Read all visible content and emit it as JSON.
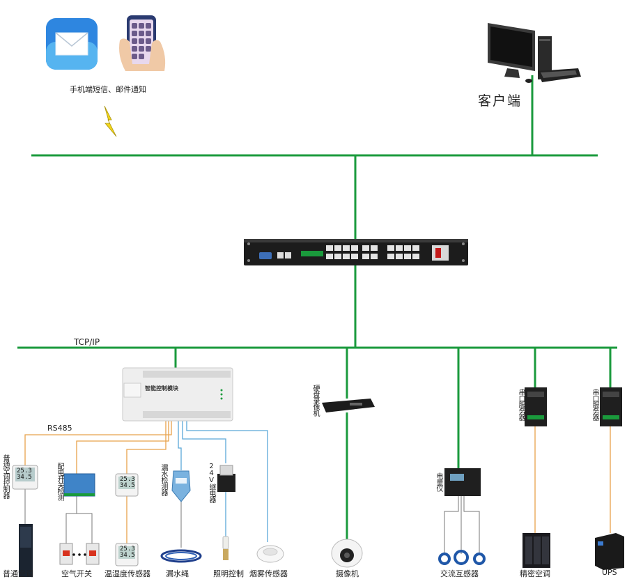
{
  "top": {
    "notify_label": "手机端短信、邮件通知",
    "client_label": "客户端"
  },
  "network": {
    "protocol_label": "TCP/IP",
    "bus_label": "RS485"
  },
  "module": {
    "title": "智能控制模块"
  },
  "devices": [
    {
      "id": "ac-controller",
      "label": "普通空调控制器",
      "bottom": "普通空调"
    },
    {
      "id": "power-switch",
      "label": "配电开关检测",
      "bottom": "空气开关"
    },
    {
      "id": "temp-humidity",
      "bottom": "温湿度传感器"
    },
    {
      "id": "leak-detector",
      "label": "漏水检测器",
      "bottom": "漏水绳"
    },
    {
      "id": "relay",
      "label": "24V继电器",
      "bottom": "照明控制"
    },
    {
      "id": "smoke",
      "bottom": "烟雾传感器"
    },
    {
      "id": "dvr",
      "label": "硬盘录像机",
      "bottom": "摄像机"
    },
    {
      "id": "meter",
      "label": "电量仪",
      "bottom": "交流互感器"
    },
    {
      "id": "serial-1",
      "label": "串口服务器",
      "bottom": "精密空调"
    },
    {
      "id": "serial-2",
      "label": "串口服务器",
      "bottom": "UPS"
    }
  ],
  "display_values": {
    "line1": "25.3",
    "line2": "34.5"
  },
  "colors": {
    "ethernet": "#1a9a3c",
    "rs485": "#e8a24a",
    "wire_blue": "#5aa8d8",
    "device_dark": "#1c1c1c"
  }
}
